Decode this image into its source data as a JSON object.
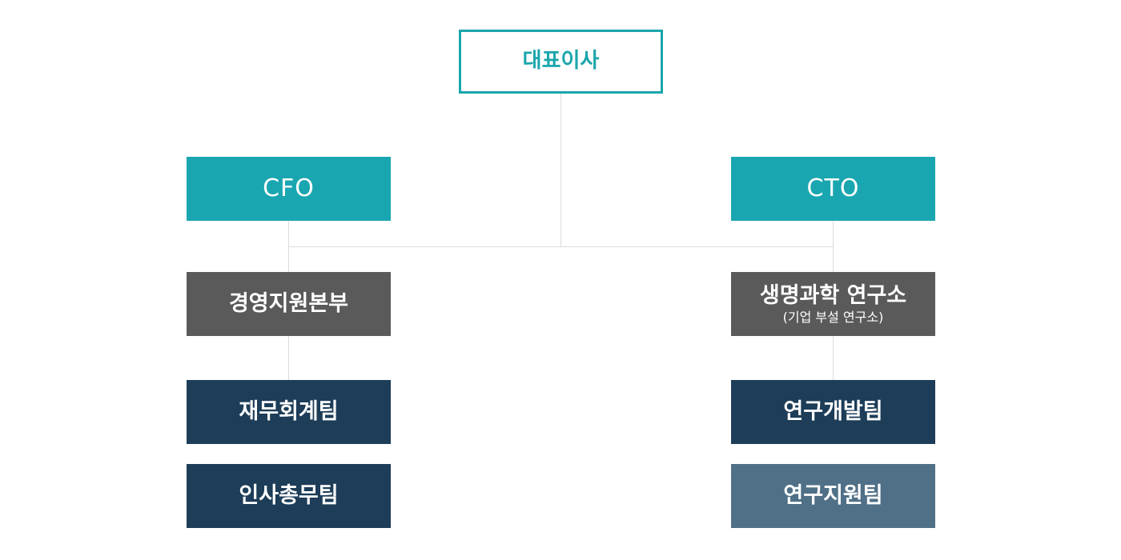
{
  "org_chart": {
    "ceo": {
      "label": "대표이사",
      "border_color": "#1aa6ab",
      "text_color": "#1aa6ab"
    },
    "cfo": {
      "label": "CFO",
      "color": "#1aa6b0"
    },
    "cto": {
      "label": "CTO",
      "color": "#1aa6b0"
    },
    "management_hq": {
      "label": "경영지원본부",
      "color": "#5a5a5a"
    },
    "life_science_lab": {
      "label": "생명과학 연구소",
      "sublabel": "(기업 부설 연구소)",
      "color": "#5a5a5a"
    },
    "finance_team": {
      "label": "재무회계팀",
      "color": "#1d3d58"
    },
    "hr_team": {
      "label": "인사총무팀",
      "color": "#1d3d58"
    },
    "rnd_team": {
      "label": "연구개발팀",
      "color": "#1d3d58"
    },
    "research_support_team": {
      "label": "연구지원팀",
      "color": "#4f7087"
    },
    "connector_color": "#dcdcdc"
  }
}
